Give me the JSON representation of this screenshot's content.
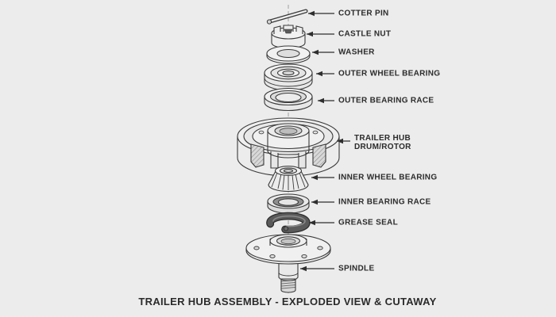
{
  "title": "TRAILER HUB ASSEMBLY - EXPLODED VIEW & CUTAWAY",
  "labels": [
    {
      "id": "cotter-pin",
      "text": "COTTER PIN"
    },
    {
      "id": "castle-nut",
      "text": "CASTLE NUT"
    },
    {
      "id": "washer",
      "text": "WASHER"
    },
    {
      "id": "outer-wheel-bearing",
      "text": "OUTER WHEEL BEARING"
    },
    {
      "id": "outer-bearing-race",
      "text": "OUTER BEARING RACE"
    },
    {
      "id": "trailer-hub-drum-rotor",
      "text_line1": "TRAILER HUB",
      "text_line2": "DRUM/ROTOR"
    },
    {
      "id": "inner-wheel-bearing",
      "text": "INNER WHEEL BEARING"
    },
    {
      "id": "inner-bearing-race",
      "text": "INNER BEARING RACE"
    },
    {
      "id": "grease-seal",
      "text": "GREASE SEAL"
    },
    {
      "id": "spindle",
      "text": "SPINDLE"
    }
  ],
  "colors": {
    "background": "#ececec",
    "line": "#3a3a3a",
    "leader": "#2e2e2e",
    "text": "#2b2b2b",
    "seal_dark": "#4f4f4f"
  }
}
